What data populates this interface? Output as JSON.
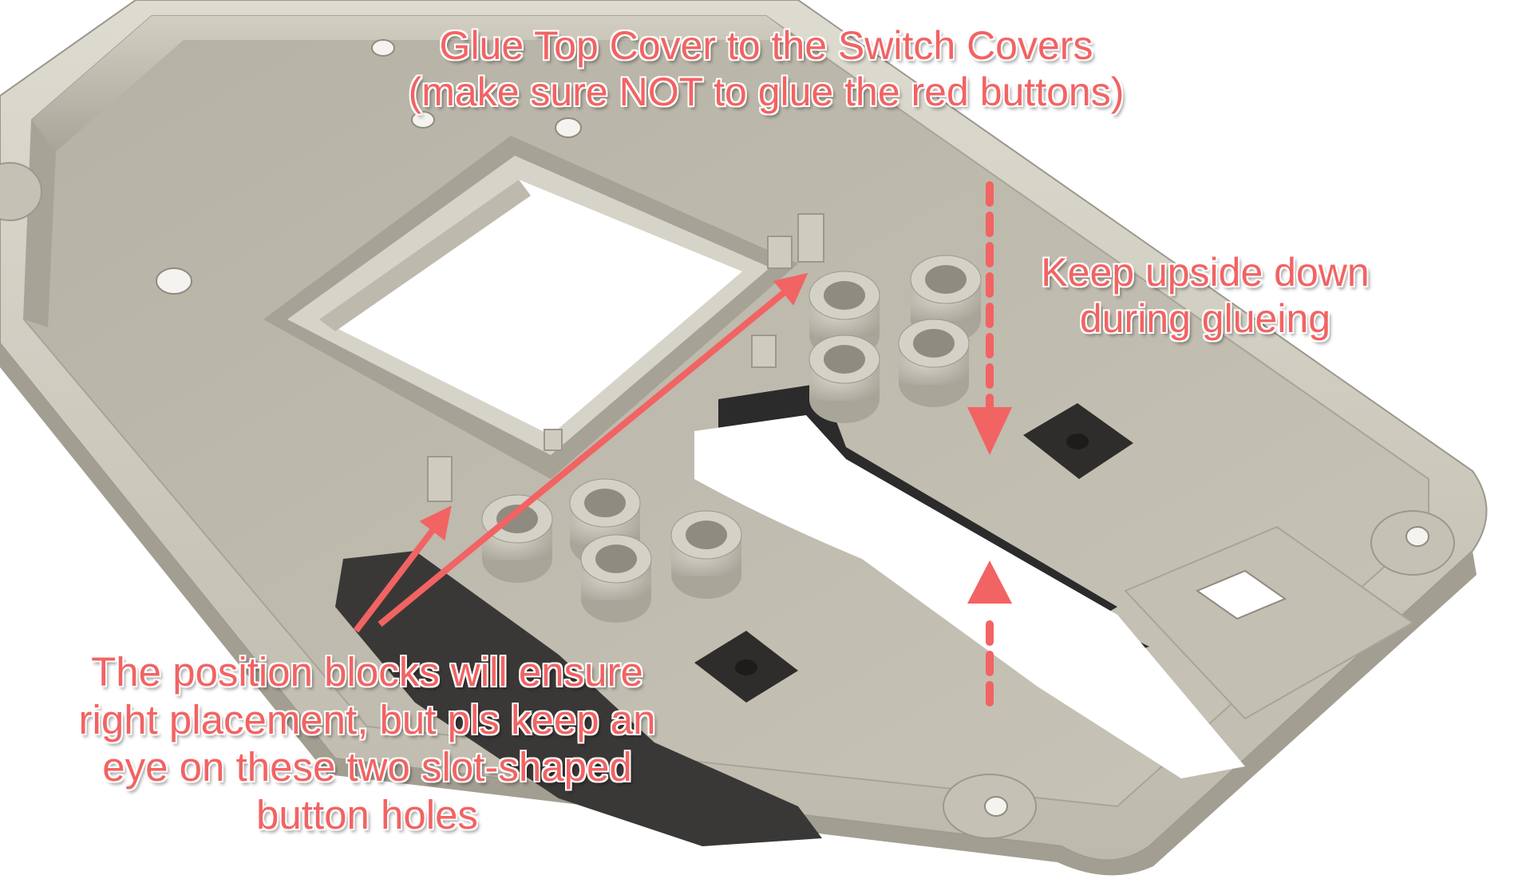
{
  "annotations": {
    "top_note": {
      "line1": "Glue Top Cover to the Switch Covers",
      "line2": "(make sure NOT to glue the red buttons)"
    },
    "right_note": {
      "line1": "Keep upside down",
      "line2": "during glueing"
    },
    "bottom_note": {
      "line1": "The position blocks will ensure",
      "line2": "right placement, but pls keep an",
      "line3": "eye on these two slot-shaped",
      "line4": "button holes"
    }
  },
  "colors": {
    "annotation_red": "#f26363",
    "part_face": "#c9c5b8",
    "part_floor": "#b7b3a6",
    "part_shadow": "#8f8b80",
    "switch_cover_dark": "#2b2b2b"
  }
}
